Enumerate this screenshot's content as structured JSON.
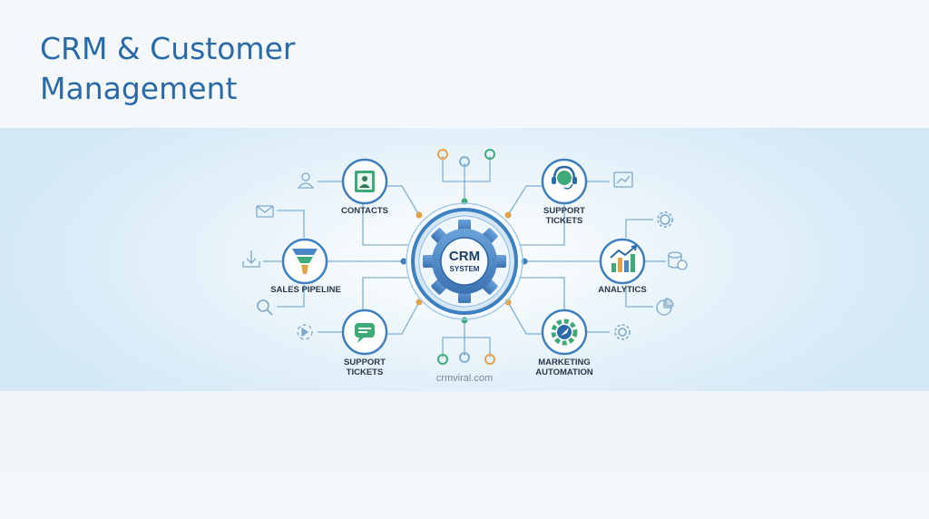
{
  "title": {
    "line1": "CRM & Customer",
    "line2": "Management"
  },
  "hub": {
    "line1": "CRM",
    "line2": "SYSTEM"
  },
  "nodes": {
    "contacts": "CONTACTS",
    "support_top": [
      "SUPPORT",
      "TICKETS"
    ],
    "sales_pipeline": "SALES PIPELINE",
    "analytics": "ANALYTICS",
    "support_bottom": [
      "SUPPORT",
      "TICKETS"
    ],
    "marketing": [
      "MARKETING",
      "AUTOMATION"
    ]
  },
  "footer": "crmviral.com",
  "colors": {
    "title": "#2b6aa8",
    "line": "#6fa4cf",
    "hub_ring": "#3d7fc1",
    "gear": "#4a86c8",
    "accent_green": "#3eaa78",
    "accent_orange": "#e3a247",
    "accent_teal": "#56b6a0"
  },
  "icons": [
    "user-icon",
    "mail-icon",
    "download-tray-icon",
    "search-icon",
    "sync-icon",
    "chart-icon",
    "gear-icon",
    "database-coin-icon",
    "pie-chart-icon",
    "settings-gear-icon"
  ]
}
